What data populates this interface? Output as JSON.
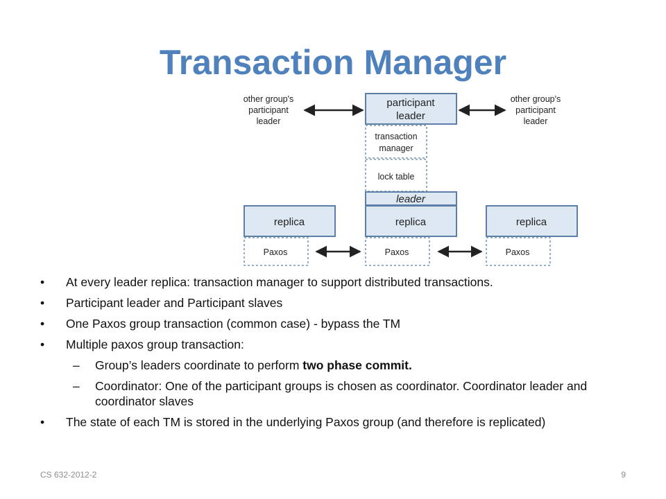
{
  "slide": {
    "title": "Transaction Manager",
    "footer_left": "CS 632-2012-2",
    "page_number": "9"
  },
  "diagram": {
    "other_left": [
      "other group's",
      "participant",
      "leader"
    ],
    "other_right": [
      "other group's",
      "participant",
      "leader"
    ],
    "participant_leader": [
      "participant",
      "leader"
    ],
    "transaction_manager": [
      "transaction",
      "manager"
    ],
    "lock_table": "lock table",
    "leader": "leader",
    "replica_left": "replica",
    "replica_center": "replica",
    "replica_right": "replica",
    "paxos_left": "Paxos",
    "paxos_center": "Paxos",
    "paxos_right": "Paxos",
    "colors": {
      "box_border": "#5b7fa6",
      "box_fill": "#dde8f3",
      "title": "#4f81bd"
    }
  },
  "bullets": {
    "b1": "At every leader replica:  transaction manager to support distributed transactions.",
    "b2": "Participant leader and Participant slaves",
    "b3": "One Paxos group transaction (common case) - bypass the TM",
    "b4": "Multiple paxos group transaction:",
    "s1_pre": "Group’s leaders coordinate to perform ",
    "s1_bold": "two phase commit.",
    "s2": "Coordinator: One of the participant groups is chosen  as coordinator. Coordinator leader and coordinator slaves",
    "b5": "The state of each TM is stored in the underlying Paxos group (and therefore is replicated)"
  }
}
